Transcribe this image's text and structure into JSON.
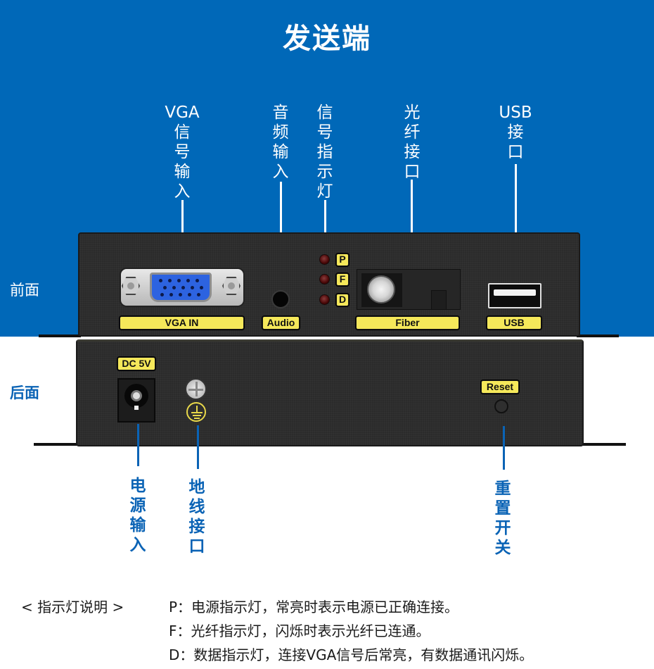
{
  "header": {
    "title": "发送端"
  },
  "colors": {
    "brand_blue": "#0068b8",
    "label_yellow": "#f5e85a",
    "panel_dark": "#2b2b2b",
    "callout_blue": "#0a63b5"
  },
  "sides": {
    "front": "前面",
    "back": "后面"
  },
  "front_callouts": [
    {
      "label_lines": [
        "VGA",
        "信",
        "号",
        "输",
        "入"
      ]
    },
    {
      "label_lines": [
        "音",
        "频",
        "输",
        "入"
      ]
    },
    {
      "label_lines": [
        "信",
        "号",
        "指",
        "示",
        "灯"
      ]
    },
    {
      "label_lines": [
        "光",
        "纤",
        "接",
        "口"
      ]
    },
    {
      "label_lines": [
        "USB",
        "接",
        "口"
      ]
    }
  ],
  "back_callouts": [
    {
      "label_lines": [
        "电",
        "源",
        "输",
        "入"
      ]
    },
    {
      "label_lines": [
        "地",
        "线",
        "接",
        "口"
      ]
    },
    {
      "label_lines": [
        "重",
        "置",
        "开",
        "关"
      ]
    }
  ],
  "front_panel": {
    "vga_label": "VGA  IN",
    "audio_label": "Audio",
    "leds": [
      {
        "letter": "P"
      },
      {
        "letter": "F"
      },
      {
        "letter": "D"
      }
    ],
    "fiber_label": "Fiber",
    "usb_label": "USB"
  },
  "back_panel": {
    "dc_label": "DC 5V",
    "reset_label": "Reset"
  },
  "notes": {
    "heading": "< 指示灯说明 >",
    "lines": [
      "P：电源指示灯，常亮时表示电源已正确连接。",
      "F：光纤指示灯，闪烁时表示光纤已连通。",
      "D：数据指示灯，连接VGA信号后常亮，有数据通讯闪烁。"
    ]
  }
}
